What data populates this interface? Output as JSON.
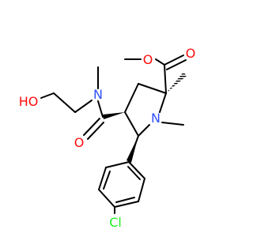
{
  "molecule": {
    "colors": {
      "bond": "#000000",
      "oxygen": "#ff0d0d",
      "nitrogen": "#3050f8",
      "chlorine": "#1ff01f",
      "background": "#ffffff"
    },
    "labels": {
      "ester_carbonyl_o": "O",
      "ester_ether_o": "O",
      "hydroxyl": "HO",
      "amide_n": "N",
      "amide_carbonyl_o": "O",
      "ring_n": "N",
      "chlorine": "Cl"
    }
  }
}
